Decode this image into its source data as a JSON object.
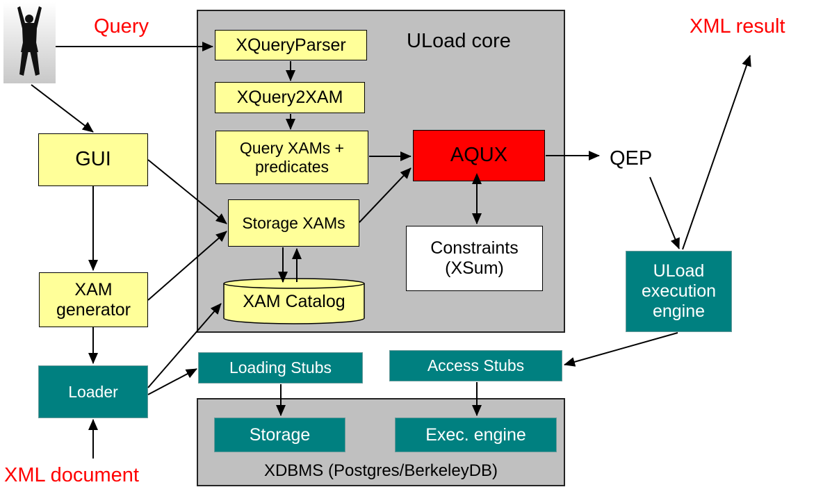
{
  "labels": {
    "query": "Query",
    "xml_result": "XML result",
    "xml_document": "XML document",
    "qep": "QEP"
  },
  "uload_core": {
    "title": "ULoad core",
    "xquery_parser": "XQueryParser",
    "xquery2xam": "XQuery2XAM",
    "query_xams_line1": "Query XAMs +",
    "query_xams_line2": "predicates",
    "aqux": "AQUX",
    "storage_xams": "Storage XAMs",
    "constraints_line1": "Constraints",
    "constraints_line2": "(XSum)",
    "xam_catalog": "XAM Catalog"
  },
  "left": {
    "gui": "GUI",
    "xam_generator_line1": "XAM",
    "xam_generator_line2": "generator",
    "loader": "Loader"
  },
  "execution": {
    "line1": "ULoad",
    "line2": "execution",
    "line3": "engine"
  },
  "stubs": {
    "loading": "Loading Stubs",
    "access": "Access Stubs"
  },
  "xdbms": {
    "storage": "Storage",
    "exec_engine": "Exec. engine",
    "title": "XDBMS (Postgres/BerkeleyDB)"
  },
  "colors": {
    "core_panel": "#c0c0c0",
    "yellow_box": "#ffff99",
    "teal_box": "#008080",
    "aqux": "#ff0000",
    "highlight_text": "#ff0000"
  },
  "icons": {
    "user": "person-arms-raised-icon"
  }
}
